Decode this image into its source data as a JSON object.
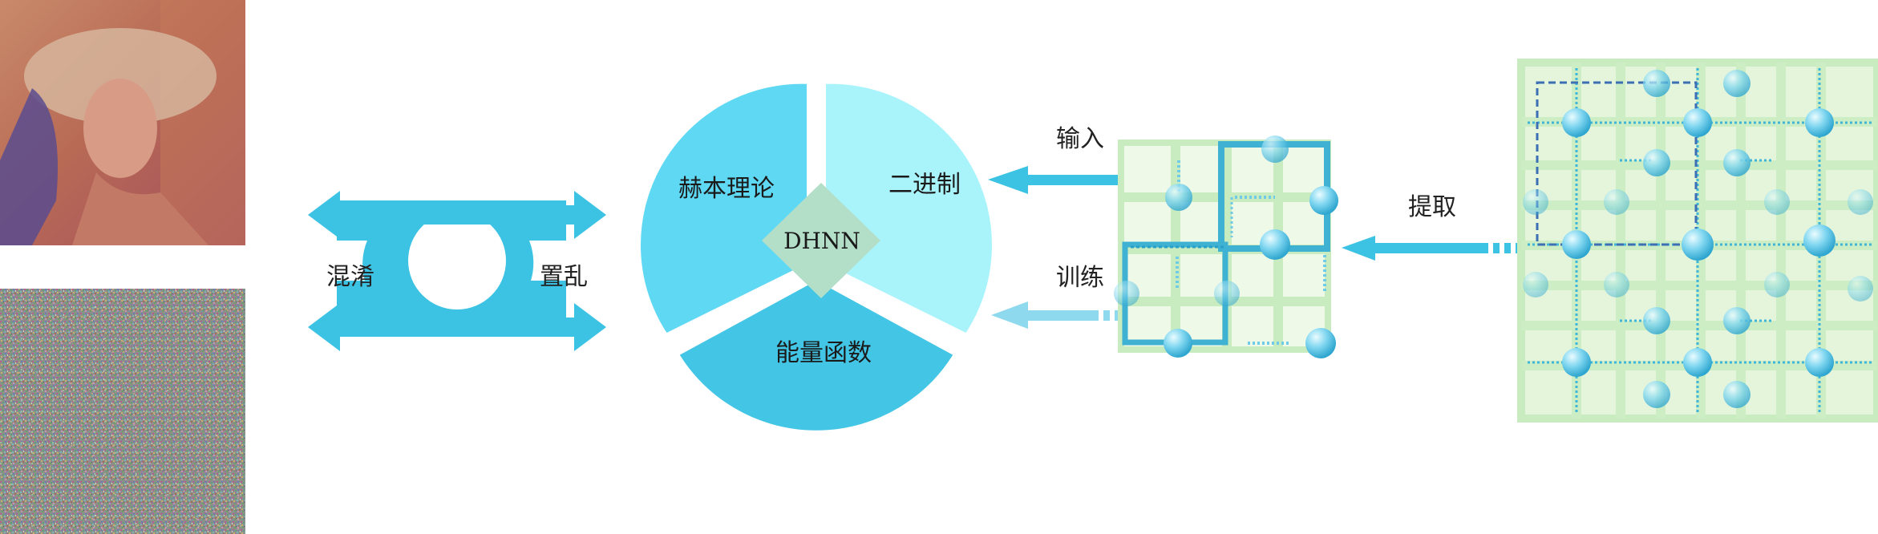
{
  "colors": {
    "accent": "#3cc3e4",
    "pie_light": "#a9f3fb",
    "pie_mid": "#5fd8f4",
    "pie_dark": "#43c5e5",
    "diamond": "#b3dfc9",
    "grid_bg": "#e4f5dc",
    "grid_band": "#c9ebc0",
    "grid_line": "#4ec0dd",
    "node": "#5ec9ea"
  },
  "images": {
    "top": "photo-portrait",
    "bottom": "scrambled-noise-image"
  },
  "exchange": {
    "left_label": "混淆",
    "right_label": "置乱"
  },
  "pie": {
    "segments": [
      {
        "label": "赫本理论",
        "color_key": "pie_mid"
      },
      {
        "label": "二进制",
        "color_key": "pie_light"
      },
      {
        "label": "能量函数",
        "color_key": "pie_dark"
      }
    ],
    "center_label": "DHNN"
  },
  "network": {
    "input_label": "输入",
    "train_label": "训练"
  },
  "extract_label": "提取"
}
